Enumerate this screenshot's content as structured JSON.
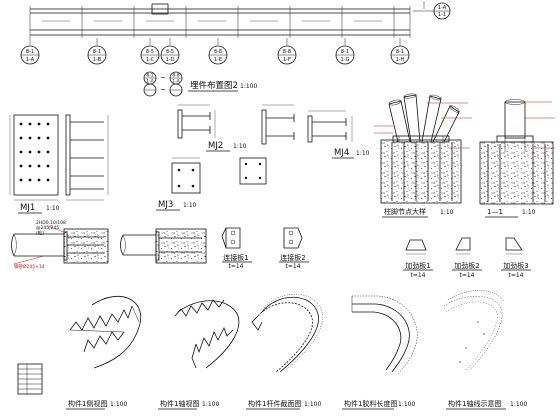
{
  "plan": {
    "axes_top": [
      {
        "id": "top-axis-1",
        "upper": "",
        "lower": ""
      },
      {
        "id": "top-axis-2",
        "upper": "",
        "lower": ""
      },
      {
        "id": "top-axis-3",
        "upper": "1-A",
        "lower": "1-1"
      }
    ],
    "axes_bottom": [
      {
        "upper": "8-1",
        "lower": "1-A"
      },
      {
        "upper": "8-1",
        "lower": "1-B"
      },
      {
        "upper": "8-5",
        "lower": "1-C"
      },
      {
        "upper": "8-5",
        "lower": "1-D"
      },
      {
        "upper": "8-8",
        "lower": "1-E"
      },
      {
        "upper": "8-8",
        "lower": "1-F"
      },
      {
        "upper": "8-1",
        "lower": "1-G"
      },
      {
        "upper": "8-1",
        "lower": "1-H"
      }
    ],
    "legend_markers": [
      {
        "upper": "8-1",
        "lower": "1-A"
      },
      {
        "upper": "8-8",
        "lower": "1-A"
      }
    ],
    "legend_tilde": "~",
    "title": "埋件布置图2",
    "scale": "1:100"
  },
  "details": {
    "mj1": {
      "label": "MJ1",
      "scale": "1:10"
    },
    "mj2": {
      "label": "MJ2",
      "scale": "1:10"
    },
    "mj3": {
      "label": "MJ3",
      "scale": "1:10"
    },
    "mj4": {
      "label": "MJ4",
      "scale": "1:10"
    },
    "node": {
      "title": "柱脚节点大样",
      "scale": "1:10"
    },
    "section": {
      "title": "1—1",
      "scale": "1:10"
    },
    "connector1": {
      "title": "连接板1",
      "thickness": "t=14"
    },
    "connector2": {
      "title": "连接板2",
      "thickness": "t=14"
    },
    "stiffener1": {
      "title": "加劲板1",
      "thickness": "t=14"
    },
    "stiffener2": {
      "title": "加劲板2",
      "thickness": "t=14"
    },
    "stiffener3": {
      "title": "加劲板3",
      "thickness": "t=14"
    },
    "pipe_note": "2HD0.10/108\n@245/245\n(桩)",
    "pipe_label": "钢管Ø245×14"
  },
  "elevations": [
    {
      "title": "构件1侧视图",
      "scale": "1:100"
    },
    {
      "title": "构件1轴视图",
      "scale": "1:100"
    },
    {
      "title": "构件1杆件截面图",
      "scale": "1:100"
    },
    {
      "title": "构件1胶料长度图",
      "scale": "1:100"
    },
    {
      "title": "构件1轴线示意图",
      "scale": "1:100"
    }
  ]
}
